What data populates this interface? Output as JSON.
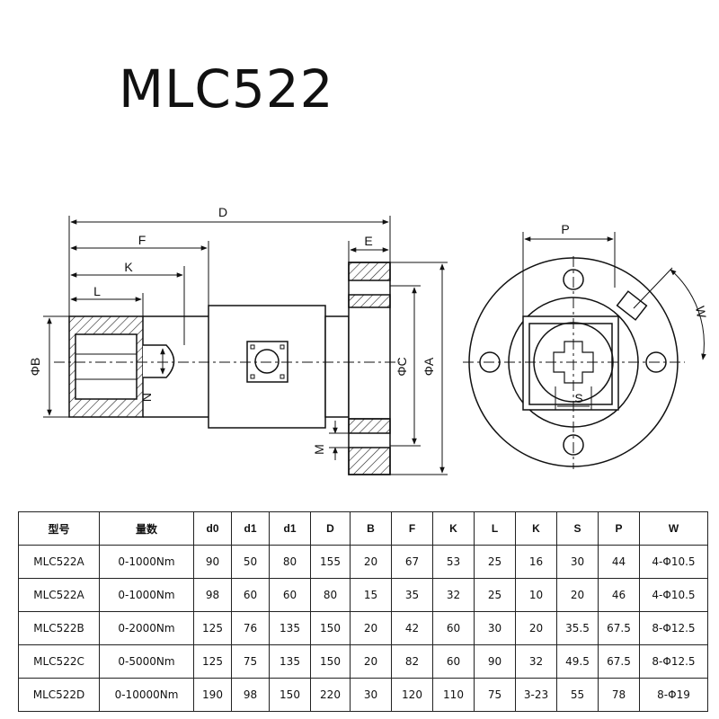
{
  "title": "MLC522",
  "side_view": {
    "dim_D": "D",
    "dim_F": "F",
    "dim_K": "K",
    "dim_L": "L",
    "dim_E": "E",
    "dim_B": "ΦB",
    "dim_C": "ΦC",
    "dim_A": "ΦA",
    "dim_M": "M",
    "dim_N": "N"
  },
  "front_view": {
    "dim_P": "P",
    "dim_S": "S",
    "dim_W": "W"
  },
  "table": {
    "headers": [
      "型号",
      "量数",
      "d0",
      "d1",
      "d1",
      "D",
      "B",
      "F",
      "K",
      "L",
      "K",
      "S",
      "P",
      "W"
    ],
    "rows": [
      [
        "MLC522A",
        "0-1000Nm",
        "90",
        "50",
        "80",
        "155",
        "20",
        "67",
        "53",
        "25",
        "16",
        "30",
        "44",
        "4-Φ10.5"
      ],
      [
        "MLC522A",
        "0-1000Nm",
        "98",
        "60",
        "60",
        "80",
        "15",
        "35",
        "32",
        "25",
        "10",
        "20",
        "46",
        "4-Φ10.5"
      ],
      [
        "MLC522B",
        "0-2000Nm",
        "125",
        "76",
        "135",
        "150",
        "20",
        "42",
        "60",
        "30",
        "20",
        "35.5",
        "67.5",
        "8-Φ12.5"
      ],
      [
        "MLC522C",
        "0-5000Nm",
        "125",
        "75",
        "135",
        "150",
        "20",
        "82",
        "60",
        "90",
        "32",
        "49.5",
        "67.5",
        "8-Φ12.5"
      ],
      [
        "MLC522D",
        "0-10000Nm",
        "190",
        "98",
        "150",
        "220",
        "30",
        "120",
        "110",
        "75",
        "3-23",
        "55",
        "78",
        "8-Φ19"
      ]
    ]
  }
}
